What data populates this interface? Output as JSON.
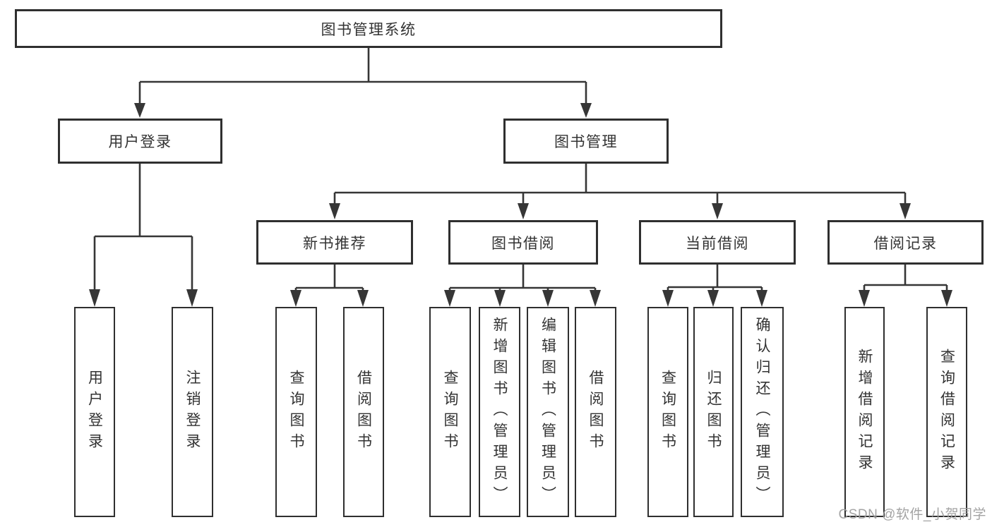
{
  "root": {
    "label": "图书管理系统"
  },
  "level2": {
    "user_login": {
      "label": "用户登录"
    },
    "book_mgmt": {
      "label": "图书管理"
    }
  },
  "level3": {
    "new_books": {
      "label": "新书推荐"
    },
    "book_borrow": {
      "label": "图书借阅"
    },
    "current_borrow": {
      "label": "当前借阅"
    },
    "borrow_records": {
      "label": "借阅记录"
    }
  },
  "leaves": {
    "user_login_1": {
      "label": "用户登录"
    },
    "user_login_2": {
      "label": "注销登录"
    },
    "new_books_1": {
      "label": "查询图书"
    },
    "new_books_2": {
      "label": "借阅图书"
    },
    "book_borrow_1": {
      "label": "查询图书"
    },
    "book_borrow_2": {
      "label": "新增图书（管理员）"
    },
    "book_borrow_3": {
      "label": "编辑图书（管理员）"
    },
    "book_borrow_4": {
      "label": "借阅图书"
    },
    "current_borrow_1": {
      "label": "查询图书"
    },
    "current_borrow_2": {
      "label": "归还图书"
    },
    "current_borrow_3": {
      "label": "确认归还（管理员）"
    },
    "borrow_records_1": {
      "label": "新增借阅记录"
    },
    "borrow_records_2": {
      "label": "查询借阅记录"
    }
  },
  "watermark": {
    "text": "CSDN @软件_小贺同学"
  },
  "colors": {
    "line": "#363636",
    "box_border": "#2f2f2f",
    "text": "#333333",
    "watermark": "#9e9e9e",
    "background": "#ffffff"
  }
}
